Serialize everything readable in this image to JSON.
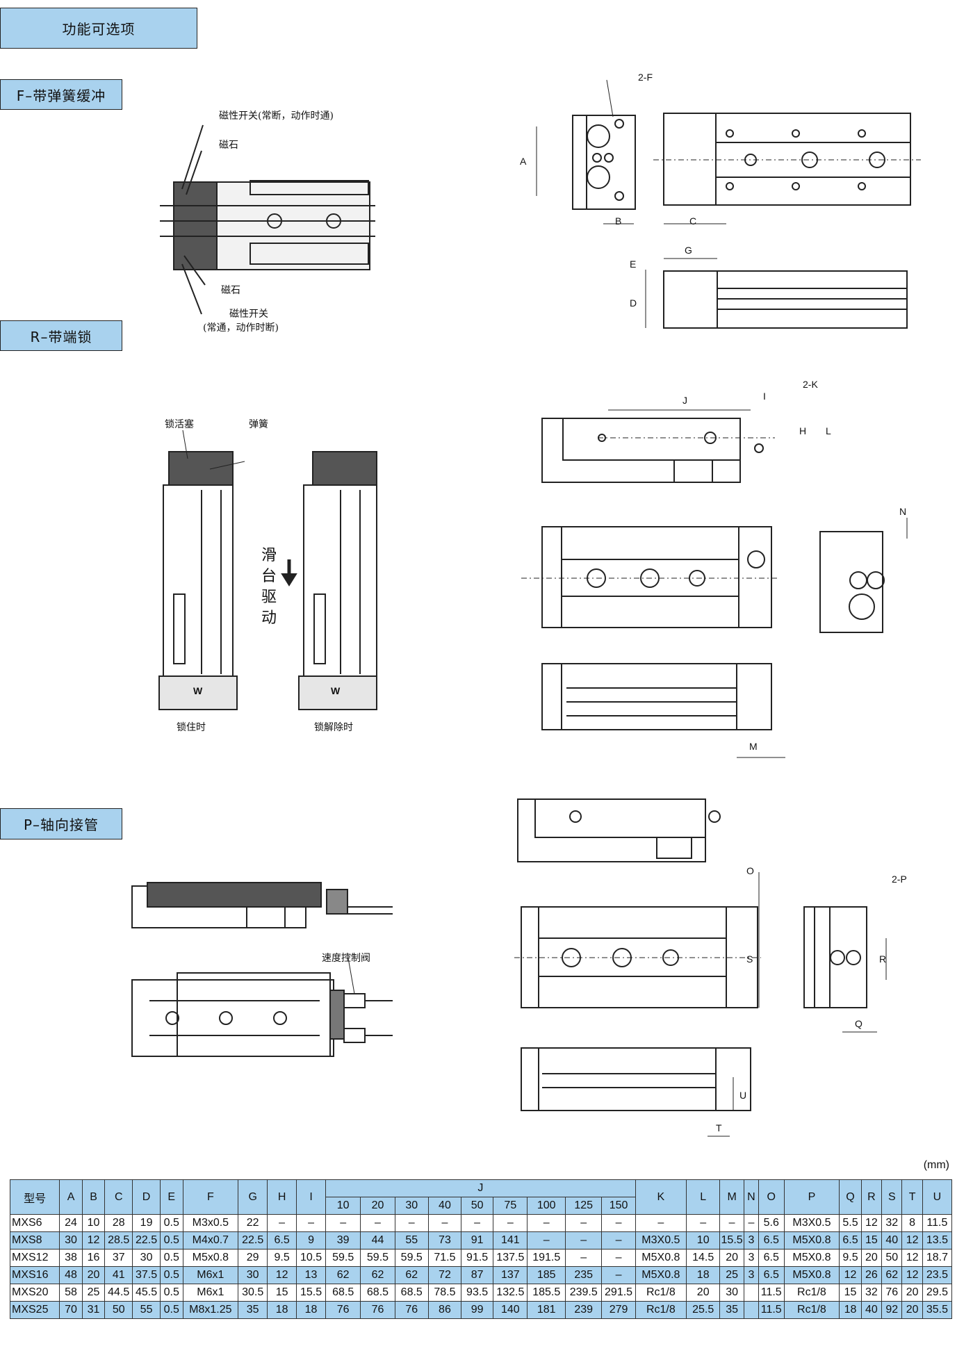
{
  "header": {
    "title": "功能可选项"
  },
  "sections": {
    "f": {
      "label": "F–带弹簧缓冲",
      "notes": {
        "switch_top": "磁性开关(常断，动作时通)",
        "magnet_top": "磁石",
        "magnet_bottom": "磁石",
        "switch_bottom_1": "磁性开关",
        "switch_bottom_2": "(常通，动作时断)"
      },
      "dims": {
        "f": "2-F",
        "a": "A",
        "b": "B",
        "c": "C",
        "g": "G",
        "e": "E",
        "d": "D"
      }
    },
    "r": {
      "label": "R–带端锁",
      "notes": {
        "lock_piston": "锁活塞",
        "spring": "弹簧",
        "drive": [
          "滑",
          "台",
          "驱",
          "动"
        ],
        "locked": "锁住时",
        "unlocked": "锁解除时",
        "w1": "W",
        "w2": "W"
      },
      "dims": {
        "j": "J",
        "i": "I",
        "k": "2-K",
        "h": "H",
        "l": "L",
        "n": "N",
        "m": "M"
      }
    },
    "p": {
      "label": "P–轴向接管",
      "notes": {
        "speed_valve": "速度控制阀"
      },
      "dims": {
        "p": "2-P",
        "o": "O",
        "s": "S",
        "r": "R",
        "q": "Q",
        "u": "U",
        "t": "T"
      }
    }
  },
  "table": {
    "unit": "(mm)",
    "headers": {
      "model": "型号",
      "a": "A",
      "b": "B",
      "c": "C",
      "d": "D",
      "e": "E",
      "f": "F",
      "g": "G",
      "h": "H",
      "i": "I",
      "j": "J",
      "k": "K",
      "l": "L",
      "m": "M",
      "n": "N",
      "o": "O",
      "p": "P",
      "q": "Q",
      "r": "R",
      "s": "S",
      "t": "T",
      "u": "U"
    },
    "j_strokes": [
      "10",
      "20",
      "30",
      "40",
      "50",
      "75",
      "100",
      "125",
      "150"
    ],
    "rows": [
      [
        "MXS6",
        "24",
        "10",
        "28",
        "19",
        "0.5",
        "M3x0.5",
        "22",
        "–",
        "–",
        "–",
        "–",
        "–",
        "–",
        "–",
        "–",
        "–",
        "–",
        "–",
        "–",
        "–",
        "–",
        "–",
        "5.6",
        "M3X0.5",
        "5.5",
        "12",
        "32",
        "8",
        "11.5"
      ],
      [
        "MXS8",
        "30",
        "12",
        "28.5",
        "22.5",
        "0.5",
        "M4x0.7",
        "22.5",
        "6.5",
        "9",
        "39",
        "44",
        "55",
        "73",
        "91",
        "141",
        "–",
        "–",
        "–",
        "M3X0.5",
        "10",
        "15.5",
        "3",
        "6.5",
        "M5X0.8",
        "6.5",
        "15",
        "40",
        "12",
        "13.5"
      ],
      [
        "MXS12",
        "38",
        "16",
        "37",
        "30",
        "0.5",
        "M5x0.8",
        "29",
        "9.5",
        "10.5",
        "59.5",
        "59.5",
        "59.5",
        "71.5",
        "91.5",
        "137.5",
        "191.5",
        "–",
        "–",
        "M5X0.8",
        "14.5",
        "20",
        "3",
        "6.5",
        "M5X0.8",
        "9.5",
        "20",
        "50",
        "12",
        "18.7"
      ],
      [
        "MXS16",
        "48",
        "20",
        "41",
        "37.5",
        "0.5",
        "M6x1",
        "30",
        "12",
        "13",
        "62",
        "62",
        "62",
        "72",
        "87",
        "137",
        "185",
        "235",
        "–",
        "M5X0.8",
        "18",
        "25",
        "3",
        "6.5",
        "M5X0.8",
        "12",
        "26",
        "62",
        "12",
        "23.5"
      ],
      [
        "MXS20",
        "58",
        "25",
        "44.5",
        "45.5",
        "0.5",
        "M6x1",
        "30.5",
        "15",
        "15.5",
        "68.5",
        "68.5",
        "68.5",
        "78.5",
        "93.5",
        "132.5",
        "185.5",
        "239.5",
        "291.5",
        "Rc1/8",
        "20",
        "30",
        "",
        "11.5",
        "Rc1/8",
        "15",
        "32",
        "76",
        "20",
        "29.5"
      ],
      [
        "MXS25",
        "70",
        "31",
        "50",
        "55",
        "0.5",
        "M8x1.25",
        "35",
        "18",
        "18",
        "76",
        "76",
        "76",
        "86",
        "99",
        "140",
        "181",
        "239",
        "279",
        "Rc1/8",
        "25.5",
        "35",
        "",
        "11.5",
        "Rc1/8",
        "18",
        "40",
        "92",
        "20",
        "35.5"
      ]
    ]
  }
}
